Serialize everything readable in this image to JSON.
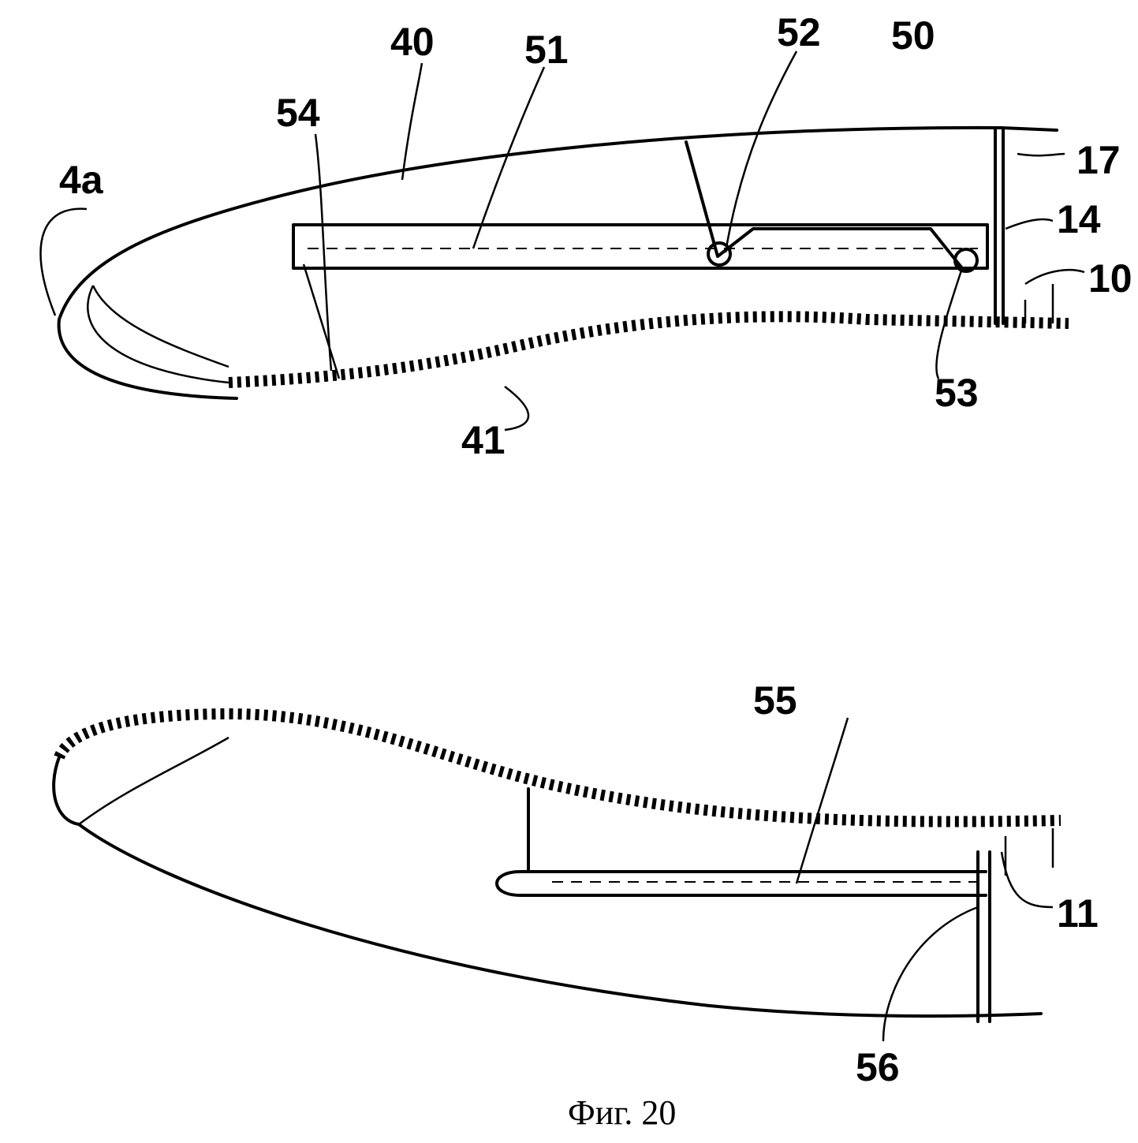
{
  "figure": {
    "caption": "Фиг. 20",
    "top_labels": [
      "40",
      "51",
      "52",
      "50",
      "54",
      "4a",
      "17",
      "14",
      "10",
      "53",
      "41"
    ],
    "bottom_labels": [
      "55",
      "11",
      "56"
    ]
  }
}
